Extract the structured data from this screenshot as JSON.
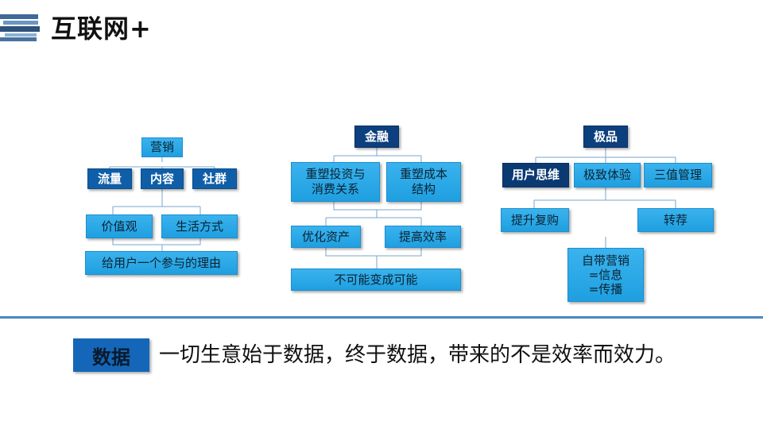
{
  "page": {
    "title": "互联网+"
  },
  "marketing": {
    "root": "营销",
    "level1": [
      "流量",
      "内容",
      "社群"
    ],
    "level2": [
      "价值观",
      "生活方式"
    ],
    "level3": "给用户一个参与的理由"
  },
  "finance": {
    "root": "金融",
    "level1": [
      "重塑投资与\n消费关系",
      "重塑成本\n结构"
    ],
    "level2": [
      "优化资产",
      "提高效率"
    ],
    "level3": "不可能变成可能"
  },
  "premium": {
    "root": "极品",
    "level1": [
      "用户思维",
      "极致体验",
      "三值管理"
    ],
    "level2": [
      "提升复购",
      "转荐"
    ],
    "level3": "自带营销\n=信息\n=传播"
  },
  "bottom": {
    "label": "数据",
    "text": "一切生意始于数据，终于数据，带来的不是效率而效力。"
  },
  "colors": {
    "accent_light": "#1f9fe0",
    "accent_dark": "#0f5ea8",
    "navy": "#0c3f7e",
    "separator": "#4a87c0"
  }
}
